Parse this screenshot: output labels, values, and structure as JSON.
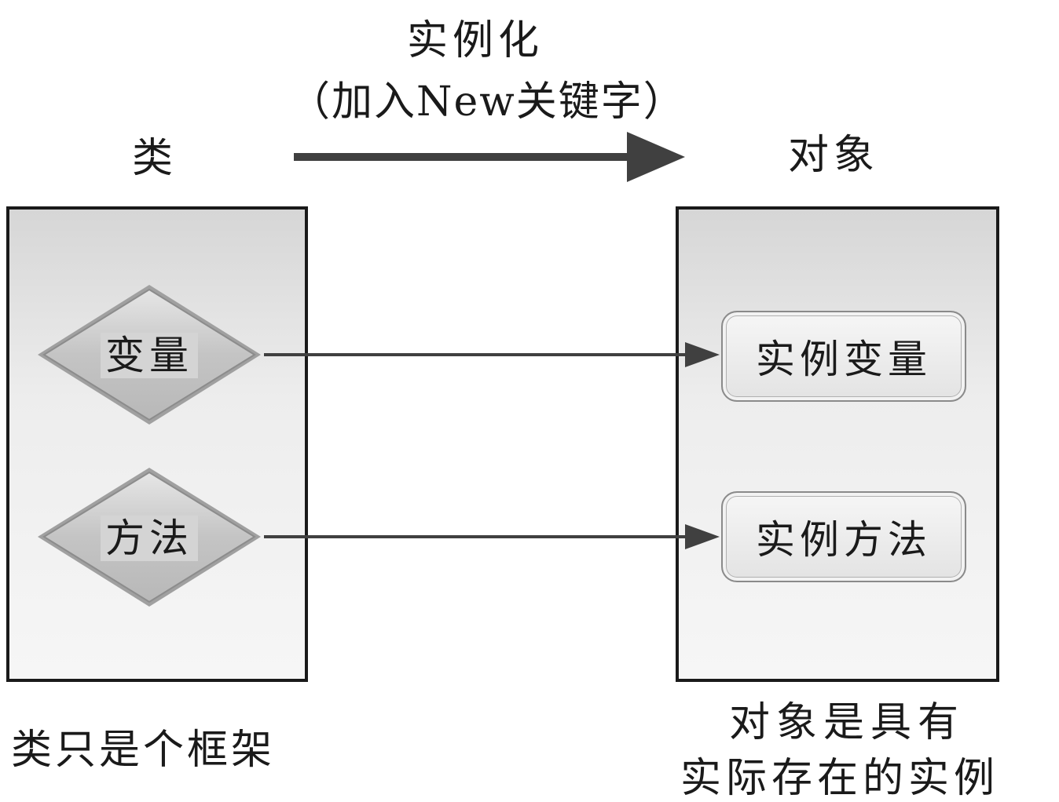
{
  "header": {
    "title_line1": "实例化",
    "title_line2": "（加入New关键字）"
  },
  "class_side": {
    "heading": "类",
    "items": [
      {
        "label": "变量"
      },
      {
        "label": "方法"
      }
    ],
    "description": "类只是个框架"
  },
  "object_side": {
    "heading": "对象",
    "items": [
      {
        "label": "实例变量"
      },
      {
        "label": "实例方法"
      }
    ],
    "description_line1": "对象是具有",
    "description_line2": "实际存在的实例"
  },
  "colors": {
    "border": "#1a1a1a",
    "arrow": "#404040",
    "diamond_fill": "#c8c8c8",
    "panel_fill": "#ececec"
  }
}
